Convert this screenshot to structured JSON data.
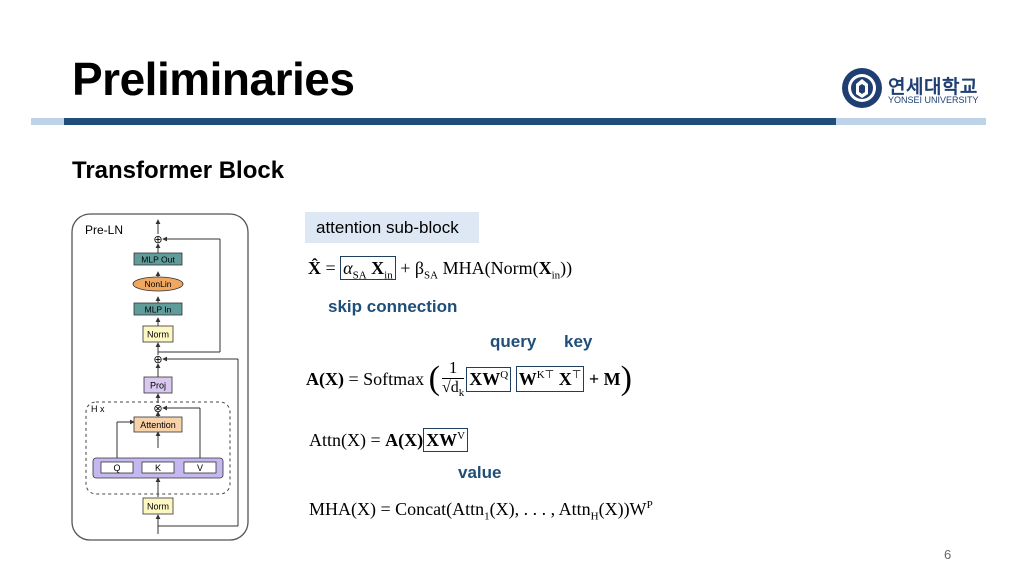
{
  "header": {
    "title": "Preliminaries",
    "logo_korean": "연세대학교",
    "logo_english": "YONSEI UNIVERSITY"
  },
  "section": {
    "subtitle": "Transformer Block"
  },
  "diagram": {
    "label": "Pre-LN",
    "repeat_label": "H x",
    "blocks": {
      "mlp_out": "MLP Out",
      "nonlin": "NonLin",
      "mlp_in": "MLP In",
      "norm_top": "Norm",
      "proj": "Proj",
      "attention": "Attention",
      "q": "Q",
      "k": "K",
      "v": "V",
      "norm_bottom": "Norm"
    },
    "symbols": {
      "add": "⊕",
      "mult": "⊗"
    }
  },
  "annotations": {
    "tag": "attention sub-block",
    "skip": "skip connection",
    "query": "query",
    "key": "key",
    "value": "value"
  },
  "equations": {
    "eq1": {
      "lhs": "X̂",
      "eq": " = ",
      "alpha": "α",
      "alpha_sub": "SA",
      "xin": "X",
      "xin_sub": "in",
      "plus_beta": " + β",
      "beta_sub": "SA",
      "mha": " MHA(Norm(",
      "xin2": "X",
      "xin2_sub": "in",
      "close": "))"
    },
    "eq2": {
      "lhs_a": "A",
      "lhs_x": "(X)",
      "eq": " = Softmax ",
      "open": "(",
      "frac_num": "1",
      "frac_den": "√d",
      "frac_den_sub": "k",
      "xw": "XW",
      "xw_sup": "Q",
      "wk": "W",
      "wk_sup": "K⊤",
      "xt": "X",
      "xt_sup": "⊤",
      "plus_m": " + M",
      "close": ")"
    },
    "eq3": {
      "lhs": "Attn(X) = ",
      "ax": "A(X)",
      "xw": "XW",
      "xw_sup": "V"
    },
    "eq4": {
      "lhs": "MHA(X) = Concat(Attn",
      "s1": "1",
      "mid": "(X), . . . , Attn",
      "sh": "H",
      "end": "(X))W",
      "sup": "P"
    }
  },
  "footer": {
    "page_number": "6"
  }
}
